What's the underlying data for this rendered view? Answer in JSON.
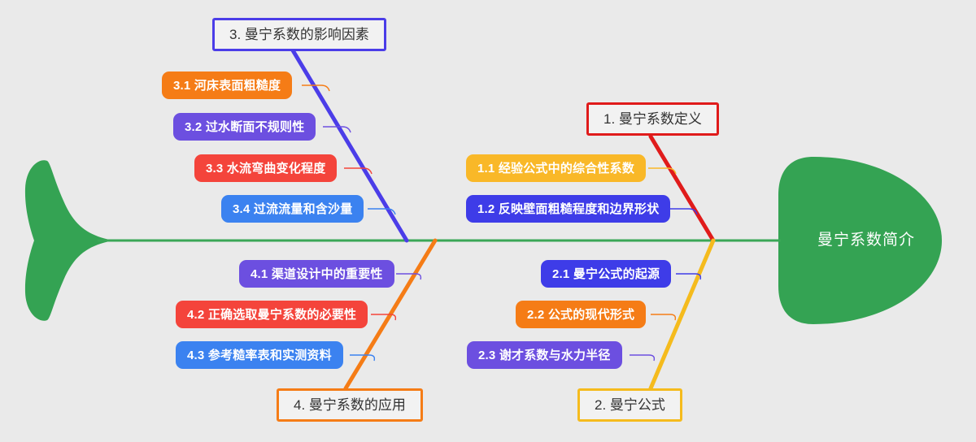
{
  "diagram": {
    "type": "fishbone",
    "background_color": "#eaeaea",
    "spine_color": "#3aa757",
    "head": {
      "title": "曼宁系数简介",
      "fill_color": "#34a353",
      "text_color": "#ffffff"
    },
    "tail": {
      "fill_color": "#34a353"
    }
  },
  "branches": [
    {
      "id": "branch-1",
      "title": "1. 曼宁系数定义",
      "color": "#e01b1b",
      "position": "upper-right",
      "items": [
        {
          "label": "1.1 经验公式中的综合性系数",
          "color": "#f9b828"
        },
        {
          "label": "1.2 反映壁面粗糙程度和边界形状",
          "color": "#3e3ce8"
        }
      ]
    },
    {
      "id": "branch-2",
      "title": "2. 曼宁公式",
      "color": "#f5bb1d",
      "position": "lower-right",
      "items": [
        {
          "label": "2.1 曼宁公式的起源",
          "color": "#3e3ce8"
        },
        {
          "label": "2.2 公式的现代形式",
          "color": "#f57c16"
        },
        {
          "label": "2.3 谢才系数与水力半径",
          "color": "#6c4fe0"
        }
      ]
    },
    {
      "id": "branch-3",
      "title": "3. 曼宁系数的影响因素",
      "color": "#4b3de8",
      "position": "upper-left",
      "items": [
        {
          "label": "3.1 河床表面粗糙度",
          "color": "#f57c16"
        },
        {
          "label": "3.2 过水断面不规则性",
          "color": "#6c4fe0"
        },
        {
          "label": "3.3 水流弯曲变化程度",
          "color": "#f4443b"
        },
        {
          "label": "3.4 过流流量和含沙量",
          "color": "#3b82f0"
        }
      ]
    },
    {
      "id": "branch-4",
      "title": "4. 曼宁系数的应用",
      "color": "#f57c16",
      "position": "lower-left",
      "items": [
        {
          "label": "4.1 渠道设计中的重要性",
          "color": "#6c4fe0"
        },
        {
          "label": "4.2 正确选取曼宁系数的必要性",
          "color": "#f4443b"
        },
        {
          "label": "4.3 参考糙率表和实测资料",
          "color": "#3b82f0"
        }
      ]
    }
  ]
}
